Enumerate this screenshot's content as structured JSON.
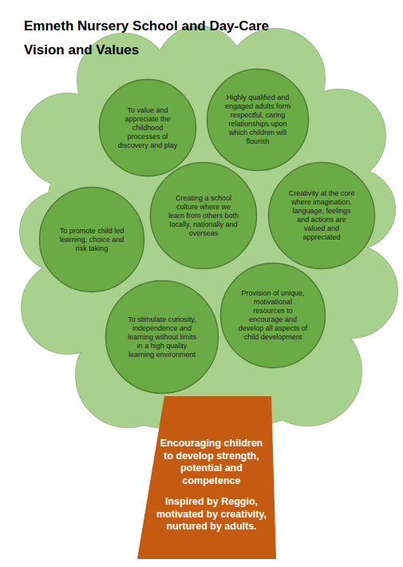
{
  "diagram": {
    "title": "Emneth Nursery School and Day-Care Vision and Values",
    "nodes": [
      {
        "text": [
          "To value and appreciate the childhood processes of discovery and play"
        ]
      },
      {
        "text": [
          "Highly qualified and engaged adults form respectful, caring relationships upon which children will flourish"
        ]
      },
      {
        "text": [
          "Creating a school culture where we learn from others both locally, nationally and overseas"
        ]
      },
      {
        "text": [
          "Creativity at the core where imagination, language, feelings and actions are valued and appreciated"
        ]
      },
      {
        "text": [
          "To promote child led learning, choice and risk taking"
        ]
      },
      {
        "text": [
          "Provision of unique, motivational resources to encourage and develop all aspects of child development"
        ]
      },
      {
        "text": [
          "To stimulate curiosity, independence and learning without limits in a high quality learning environment"
        ]
      },
      {
        "text": [
          "Encouraging children to develop strength, potential and competence",
          "Inspired by Reggio, motivated by creativity, nurtured by adults."
        ]
      }
    ]
  }
}
